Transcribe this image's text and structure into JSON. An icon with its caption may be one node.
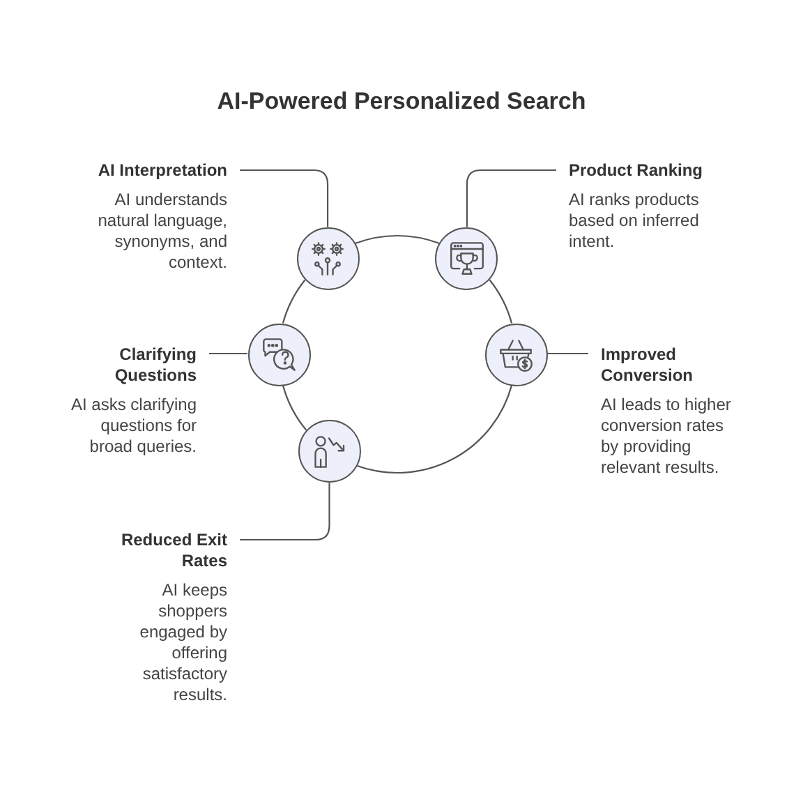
{
  "diagram": {
    "title": "AI-Powered Personalized Search",
    "nodes": [
      {
        "text": [
          "AI Interpretation",
          "AI understands natural language, synonyms, and context."
        ]
      },
      {
        "text": [],
        "shape": "circle"
      },
      {
        "text": [
          "Product Ranking",
          "AI ranks products based on inferred intent."
        ]
      },
      {
        "text": [],
        "shape": "circle"
      },
      {
        "text": [
          "Clarifying Questions",
          "AI asks clarifying questions for broad queries."
        ]
      },
      {
        "text": [],
        "shape": "circle"
      },
      {
        "text": [
          "Improved Conversion",
          "AI leads to higher conversion rates by providing relevant results."
        ]
      },
      {
        "text": [],
        "shape": "circle"
      },
      {
        "text": [
          "Reduced Exit Rates",
          "AI keeps shoppers engaged by offering satisfactory results."
        ]
      },
      {
        "text": [],
        "shape": "circle"
      }
    ],
    "edges": [
      {
        "from": 0,
        "to": 1,
        "arrow": "none"
      },
      {
        "from": 2,
        "to": 3,
        "arrow": "none"
      },
      {
        "from": 4,
        "to": 5,
        "arrow": "none"
      },
      {
        "from": 6,
        "to": 7,
        "arrow": "none"
      },
      {
        "from": 8,
        "to": 9,
        "arrow": "none"
      },
      {
        "from": 1,
        "to": 3,
        "arrow": "none"
      },
      {
        "from": 3,
        "to": 7,
        "arrow": "none"
      },
      {
        "from": 7,
        "to": 9,
        "arrow": "none"
      },
      {
        "from": 9,
        "to": 5,
        "arrow": "none"
      },
      {
        "from": 5,
        "to": 1,
        "arrow": "none"
      }
    ]
  }
}
